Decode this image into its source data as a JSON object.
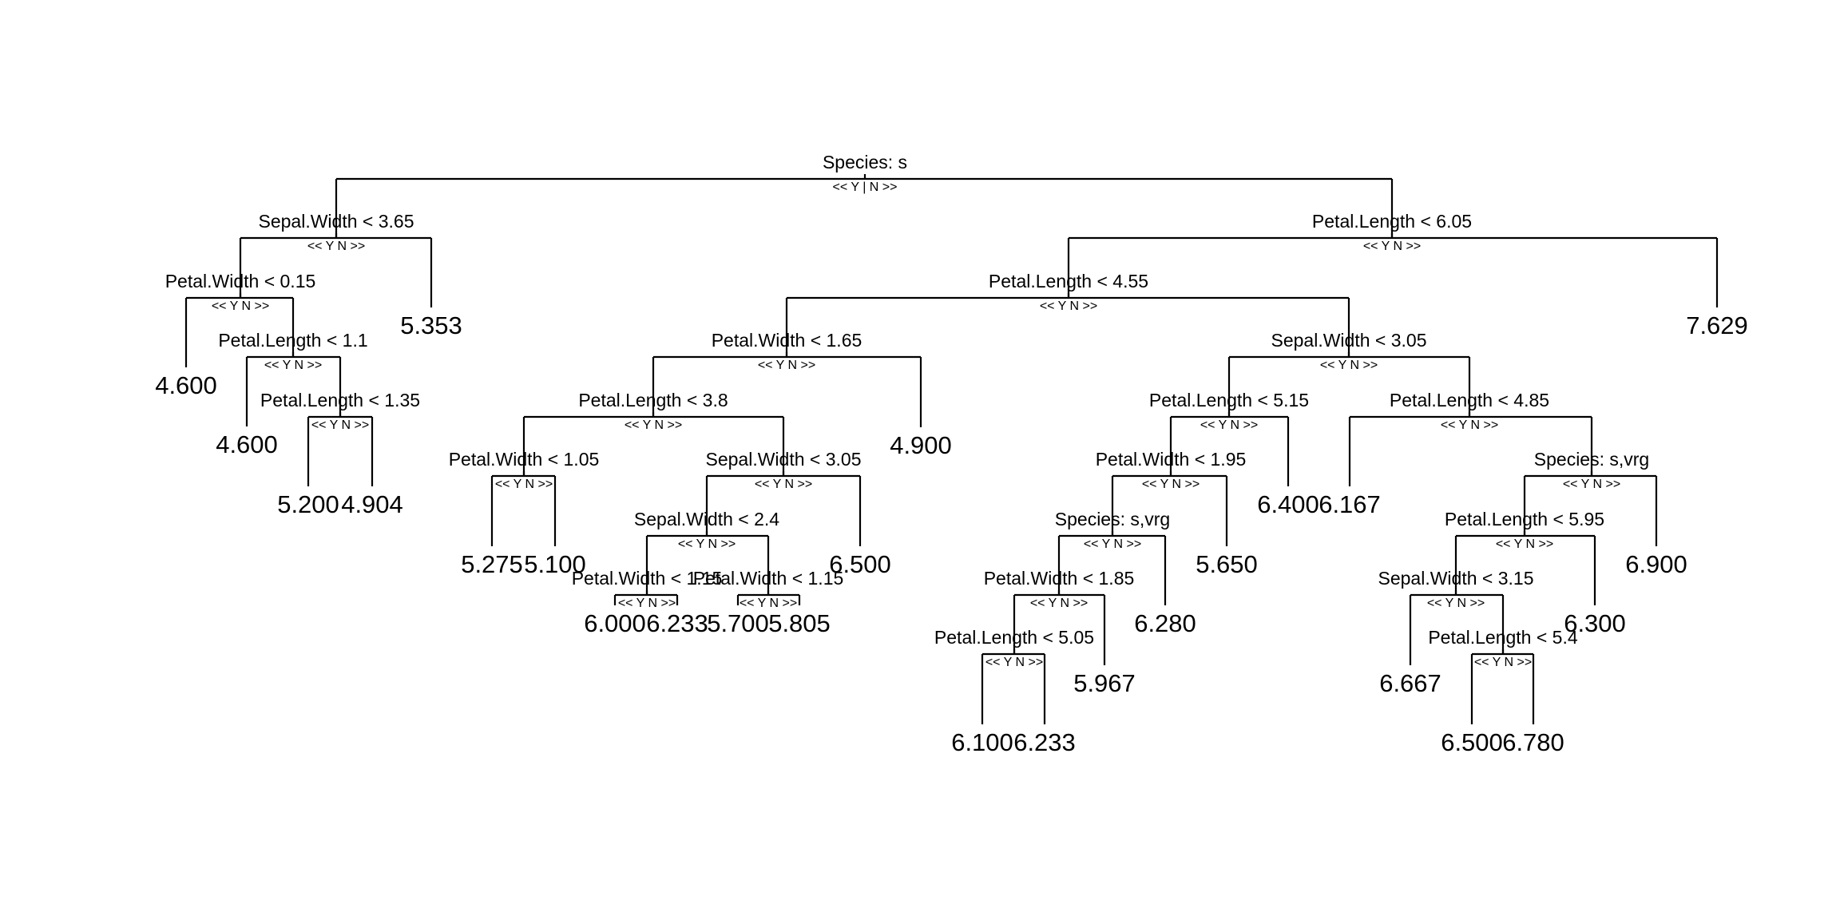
{
  "yes_no_label": "<< Y  N >>",
  "root_yes_no_label": "<< Y | N >>",
  "splits": [
    {
      "id": "n1",
      "label": "Species: s"
    },
    {
      "id": "n2",
      "label": "Sepal.Width < 3.65"
    },
    {
      "id": "n3",
      "label": "Petal.Length < 6.05"
    },
    {
      "id": "n4",
      "label": "Petal.Width < 0.15"
    },
    {
      "id": "n5",
      "label": "Petal.Length < 1.1"
    },
    {
      "id": "n6",
      "label": "Petal.Length < 1.35"
    },
    {
      "id": "n7",
      "label": "Petal.Length < 4.55"
    },
    {
      "id": "n8",
      "label": "Petal.Width < 1.65"
    },
    {
      "id": "n9",
      "label": "Petal.Length < 3.8"
    },
    {
      "id": "n10",
      "label": "Petal.Width < 1.05"
    },
    {
      "id": "n11",
      "label": "Sepal.Width < 3.05"
    },
    {
      "id": "n12",
      "label": "Sepal.Width < 2.4"
    },
    {
      "id": "n13",
      "label": "Petal.Width < 1.15"
    },
    {
      "id": "n14",
      "label": "Petal.Width < 1.15"
    },
    {
      "id": "n15",
      "label": "Sepal.Width < 3.05"
    },
    {
      "id": "n16",
      "label": "Petal.Length < 5.15"
    },
    {
      "id": "n17",
      "label": "Petal.Width < 1.95"
    },
    {
      "id": "n18",
      "label": "Species: s,vrg"
    },
    {
      "id": "n19",
      "label": "Petal.Width < 1.85"
    },
    {
      "id": "n20",
      "label": "Petal.Length < 5.05"
    },
    {
      "id": "n21",
      "label": "Petal.Length < 4.85"
    },
    {
      "id": "n22",
      "label": "Species: s,vrg"
    },
    {
      "id": "n23",
      "label": "Petal.Length < 5.95"
    },
    {
      "id": "n24",
      "label": "Sepal.Width < 3.15"
    },
    {
      "id": "n25",
      "label": "Petal.Length < 5.4"
    }
  ],
  "leaves": [
    {
      "id": "l1",
      "value": "4.600"
    },
    {
      "id": "l2",
      "value": "4.600"
    },
    {
      "id": "l3",
      "value": "5.200"
    },
    {
      "id": "l4",
      "value": "4.904"
    },
    {
      "id": "l5",
      "value": "5.353"
    },
    {
      "id": "l6",
      "value": "5.275"
    },
    {
      "id": "l7",
      "value": "5.100"
    },
    {
      "id": "l8",
      "value": "6.000"
    },
    {
      "id": "l9",
      "value": "6.233"
    },
    {
      "id": "l10",
      "value": "5.700"
    },
    {
      "id": "l11",
      "value": "5.805"
    },
    {
      "id": "l12",
      "value": "6.500"
    },
    {
      "id": "l13",
      "value": "4.900"
    },
    {
      "id": "l14",
      "value": "6.100"
    },
    {
      "id": "l15",
      "value": "6.233"
    },
    {
      "id": "l16",
      "value": "5.967"
    },
    {
      "id": "l17",
      "value": "6.280"
    },
    {
      "id": "l18",
      "value": "5.650"
    },
    {
      "id": "l19",
      "value": "6.400"
    },
    {
      "id": "l20",
      "value": "6.167"
    },
    {
      "id": "l21",
      "value": "6.667"
    },
    {
      "id": "l22",
      "value": "6.500"
    },
    {
      "id": "l23",
      "value": "6.780"
    },
    {
      "id": "l24",
      "value": "6.300"
    },
    {
      "id": "l25",
      "value": "6.900"
    },
    {
      "id": "l26",
      "value": "7.629"
    }
  ]
}
